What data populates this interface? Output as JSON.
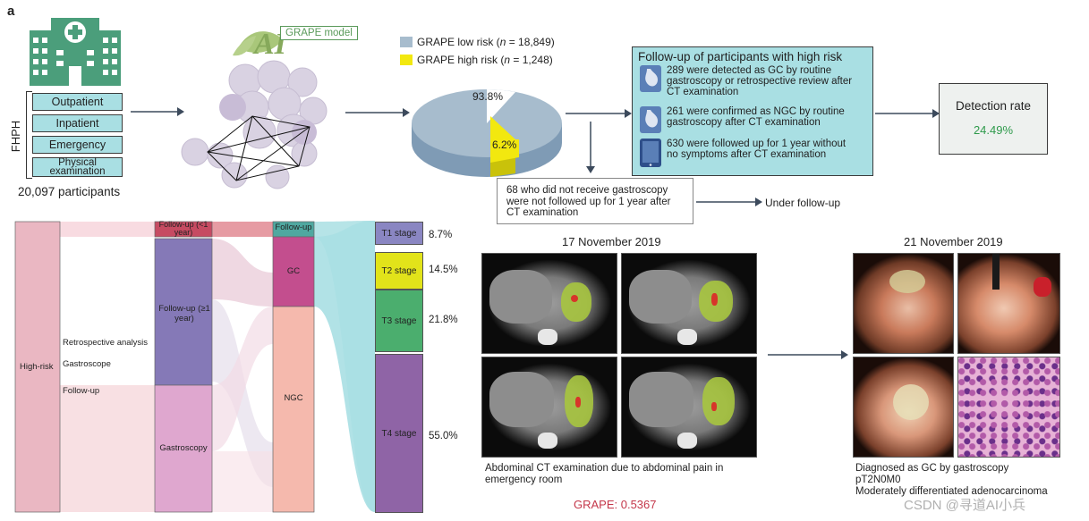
{
  "panel_label": "a",
  "fhph": {
    "vertical_label": "FHPH",
    "sources": [
      "Outpatient",
      "Inpatient",
      "Emergency",
      "Physical examination"
    ],
    "participants": "20,097 participants"
  },
  "grape": {
    "model_label": "GRAPE model",
    "logo_letter": "AI"
  },
  "pie": {
    "legend": [
      {
        "text_prefix": "GRAPE low risk (",
        "n_italic": "n",
        "text_suffix": " = 18,849)",
        "color": "#a7bccd"
      },
      {
        "text_prefix": "GRAPE high risk (",
        "n_italic": "n",
        "text_suffix": " = 1,248)",
        "color": "#f2e80f"
      }
    ],
    "low_pct_label": "93.8%",
    "high_pct_label": "6.2%"
  },
  "followup": {
    "title": "Follow-up of participants with high risk",
    "rows": [
      {
        "text": "289 were detected as GC by routine gastroscopy or retrospective review after CT examination",
        "icon": "stomach-icon"
      },
      {
        "text": "261 were confirmed as NGC by routine gastroscopy after CT examination",
        "icon": "stomach-icon"
      },
      {
        "text": "630 were followed up for 1 year without no symptoms after CT examination",
        "icon": "tablet-icon"
      }
    ]
  },
  "detection": {
    "title": "Detection rate",
    "value": "24.49%",
    "value_color": "#2e9a4b"
  },
  "no_gastro": {
    "text": "68  who did not receive gastroscopy were not followed up for 1 year after CT examination",
    "arrow_label": "Under follow-up"
  },
  "sankey": {
    "nodes": {
      "high_risk": "High-risk",
      "followup_lt1": "Follow-up (<1 year)",
      "followup_ge1": "Follow-up (≥1 year)",
      "gastroscopy": "Gastroscopy",
      "followup_small": "Follow-up",
      "gc": "GC",
      "ngc": "NGC"
    },
    "flow_labels": [
      "Retrospective analysis",
      "Gastroscope",
      "Follow-up"
    ],
    "stages": [
      {
        "label": "T1 stage",
        "pct": "8.7%",
        "color": "#8a86c2"
      },
      {
        "label": "T2 stage",
        "pct": "14.5%",
        "color": "#e2e31a"
      },
      {
        "label": "T3 stage",
        "pct": "21.8%",
        "color": "#4bae6e"
      },
      {
        "label": "T4 stage",
        "pct": "55.0%",
        "color": "#8f64a6"
      }
    ]
  },
  "ct": {
    "date": "17 November 2019",
    "caption": "Abdominal CT examination due to abdominal pain in emergency room",
    "score": "GRAPE: 0.5367",
    "score_color": "#c4374a"
  },
  "endo": {
    "date": "21 November 2019",
    "caption_lines": [
      "Diagnosed as GC by gastroscopy",
      "pT2N0M0",
      "Moderately differentiated adenocarcinoma"
    ]
  },
  "watermark": "CSDN @寻道AI小兵"
}
